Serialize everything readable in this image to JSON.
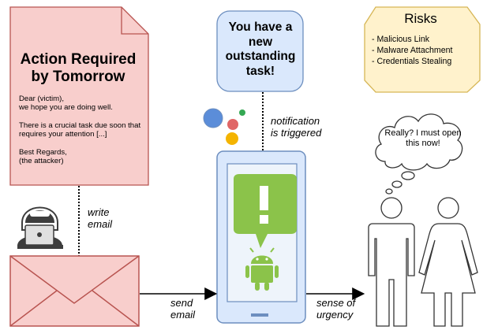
{
  "email": {
    "title": "Action Required by Tomorrow",
    "body": "Dear (victim),\nwe hope you are doing well.\n\nThere is a crucial task due soon that requires your attention [...]\n\nBest Regards,\n(the attacker)"
  },
  "notification_bubble": "You have a new outstanding task!",
  "risks": {
    "title": "Risks",
    "items": [
      "- Malicious Link",
      "- Malware Attachment",
      "- Credentials Stealing"
    ]
  },
  "thought": "Really? I must open this now!",
  "steps": {
    "write_email": "write\nemail",
    "send_email": "send\nemail",
    "notification": "notification\nis triggered",
    "urgency": "sense of\nurgency"
  },
  "colors": {
    "email_fill": "#f8cecc",
    "email_stroke": "#b85450",
    "bubble_fill": "#dae8fc",
    "bubble_stroke": "#6c8ebf",
    "risk_fill": "#fff2cc",
    "risk_stroke": "#d6b656",
    "phone_fill": "#dae8fc",
    "phone_screen": "#6c8ebf",
    "android_green": "#8bc34a"
  },
  "icons": [
    "hacker-laptop-icon",
    "envelope-icon",
    "assistant-dots-icon",
    "android-icon",
    "exclamation-icon",
    "man-icon",
    "woman-icon",
    "thought-cloud-icon"
  ]
}
